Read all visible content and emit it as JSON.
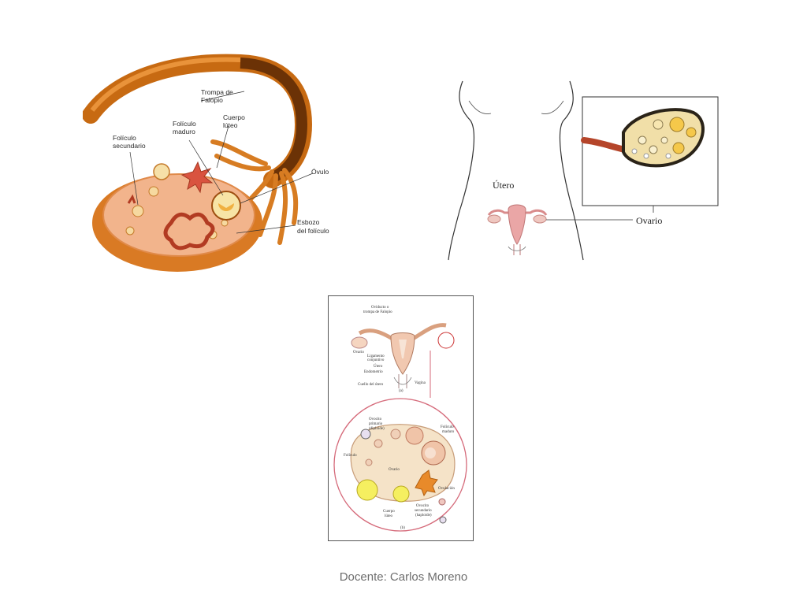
{
  "figure1": {
    "labels": {
      "trompa_line1": "Trompa de",
      "trompa_line2": "Falopio",
      "cuerpo_line1": "Cuerpo",
      "cuerpo_line2": "lúteo",
      "foliculo_maduro_line1": "Folículo",
      "foliculo_maduro_line2": "maduro",
      "foliculo_sec_line1": "Folículo",
      "foliculo_sec_line2": "secundario",
      "ovulo": "Óvulo",
      "esbozo_line1": "Esbozo",
      "esbozo_line2": "del folículo"
    }
  },
  "figure2": {
    "labels": {
      "utero": "Útero",
      "ovario": "Ovario"
    }
  },
  "figure3": {
    "labels": {
      "oviducto_line1": "Oviducto o",
      "oviducto_line2": "trompa de Falopio",
      "ovario": "Ovario",
      "ligamento_line1": "Ligamento",
      "ligamento_line2": "conjuntivo",
      "utero": "Útero",
      "endometrio": "Endometrio",
      "cuello": "Cuello del útero",
      "vagina": "Vagina",
      "part_a": "(a)",
      "ovocito_primario_line1": "Ovocito",
      "ovocito_primario_line2": "primario",
      "ovocito_primario_line3": "(diploide)",
      "foliculo_maduro_line1": "Folículo",
      "foliculo_maduro_line2": "maduro",
      "foliculo": "Folículo",
      "ovario_b": "Ovario",
      "ovulacion": "Ovulación",
      "ovocito_sec_line1": "Ovocito",
      "ovocito_sec_line2": "secundario",
      "ovocito_sec_line3": "(haploide)",
      "cuerpo_line1": "Cuerpo",
      "cuerpo_line2": "lúteo",
      "part_b": "(b)"
    }
  },
  "footer": {
    "text": "Docente: Carlos Moreno"
  }
}
